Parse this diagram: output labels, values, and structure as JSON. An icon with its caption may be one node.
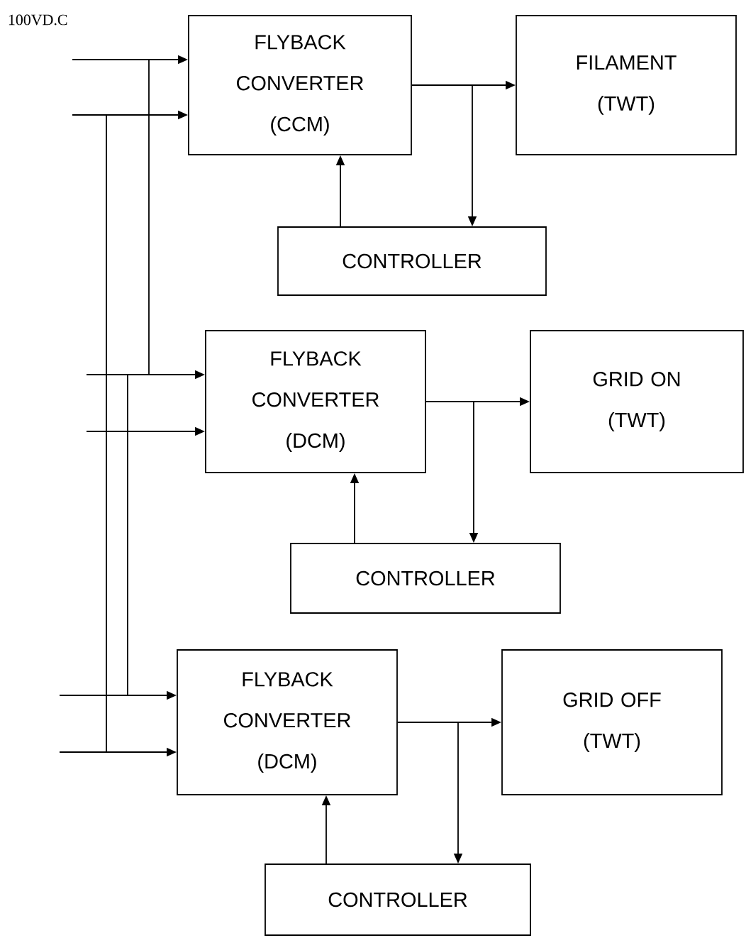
{
  "diagram": {
    "nodes": [
      {
        "text": [
          "FLYBACK CONVERTER (CCM)"
        ]
      },
      {
        "text": [
          "FILAMENT (TWT)"
        ]
      },
      {
        "text": [
          "CONTROLLER"
        ]
      },
      {
        "text": [
          "FLYBACK CONVERTER (DCM)"
        ]
      },
      {
        "text": [
          "GRID ON (TWT)"
        ]
      },
      {
        "text": [
          "CONTROLLER"
        ]
      },
      {
        "text": [
          "FLYBACK CONVERTER (DCM)"
        ]
      },
      {
        "text": [
          "GRID OFF (TWT)"
        ]
      },
      {
        "text": [
          "CONTROLLER"
        ]
      }
    ],
    "edges": [
      {
        "from": null,
        "to": 0,
        "arrow": "to"
      },
      {
        "from": null,
        "to": 0,
        "arrow": "to"
      },
      {
        "from": 0,
        "to": 1,
        "arrow": "to"
      },
      {
        "from": 0,
        "to": 2,
        "arrow": "to"
      },
      {
        "from": 2,
        "to": 0,
        "arrow": "to"
      },
      {
        "from": null,
        "to": 3,
        "arrow": "to"
      },
      {
        "from": null,
        "to": 3,
        "arrow": "to"
      },
      {
        "from": 3,
        "to": 4,
        "arrow": "to"
      },
      {
        "from": 3,
        "to": 5,
        "arrow": "to"
      },
      {
        "from": 5,
        "to": 3,
        "arrow": "to"
      },
      {
        "from": null,
        "to": 6,
        "arrow": "to"
      },
      {
        "from": null,
        "to": 6,
        "arrow": "to"
      },
      {
        "from": 6,
        "to": 7,
        "arrow": "to"
      },
      {
        "from": 6,
        "to": 8,
        "arrow": "to"
      },
      {
        "from": 8,
        "to": 6,
        "arrow": "to"
      }
    ],
    "labels": [
      "100VD.C"
    ]
  }
}
